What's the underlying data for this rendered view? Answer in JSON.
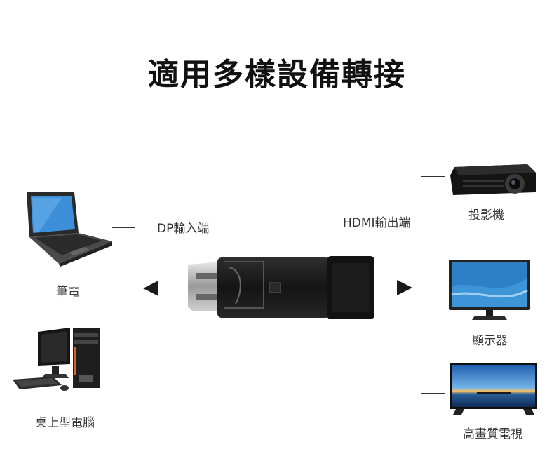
{
  "title": "適用多樣設備轉接",
  "left": {
    "port_label": "DP輸入端",
    "devices": [
      {
        "label": "筆電",
        "icon": "laptop-icon"
      },
      {
        "label": "桌上型電腦",
        "icon": "desktop-pc-icon"
      }
    ]
  },
  "right": {
    "port_label": "HDMI輸出端",
    "devices": [
      {
        "label": "投影機",
        "icon": "projector-icon"
      },
      {
        "label": "顯示器",
        "icon": "monitor-icon"
      },
      {
        "label": "高畫質電視",
        "icon": "tv-icon"
      }
    ]
  },
  "colors": {
    "line": "#333333",
    "adapter": "#1a1a1a",
    "screen_blue": "#2f7fc4"
  }
}
